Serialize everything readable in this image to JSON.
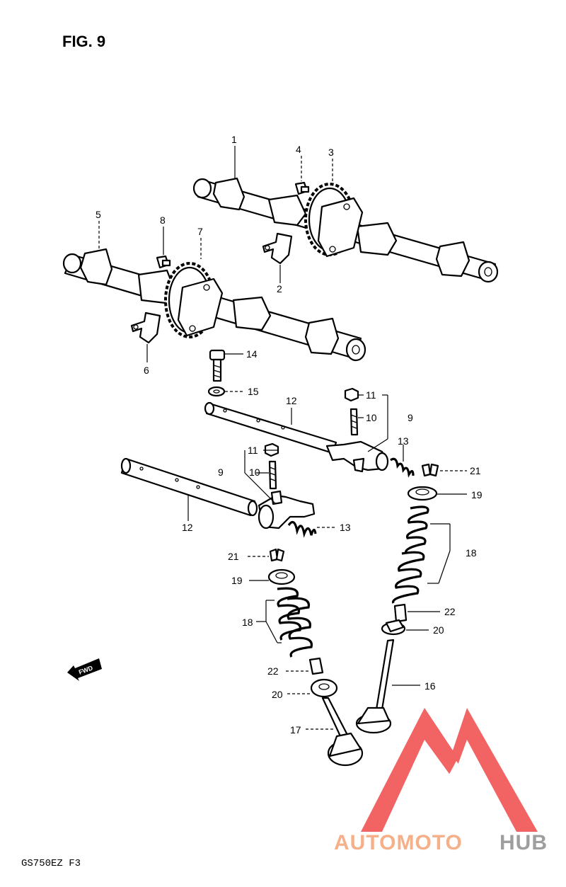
{
  "figure": {
    "title": "FIG. 9",
    "code": "GS750EZ  F3"
  },
  "fwd_badge": "FWD",
  "watermark": {
    "part1": "AUTOMOTO",
    "part2": "HUB",
    "color1": "#f5b08a",
    "color2": "#9e9e9e",
    "logo_color": "#f04a4a"
  },
  "callouts": [
    {
      "id": "c1",
      "text": "1"
    },
    {
      "id": "c2",
      "text": "2"
    },
    {
      "id": "c3",
      "text": "3"
    },
    {
      "id": "c4",
      "text": "4"
    },
    {
      "id": "c5",
      "text": "5"
    },
    {
      "id": "c6",
      "text": "6"
    },
    {
      "id": "c7",
      "text": "7"
    },
    {
      "id": "c8",
      "text": "8"
    },
    {
      "id": "c14",
      "text": "14"
    },
    {
      "id": "c15",
      "text": "15"
    },
    {
      "id": "c12a",
      "text": "12"
    },
    {
      "id": "c11a",
      "text": "11"
    },
    {
      "id": "c10a",
      "text": "10"
    },
    {
      "id": "c9a",
      "text": "9"
    },
    {
      "id": "c13a",
      "text": "13"
    },
    {
      "id": "c21a",
      "text": "21"
    },
    {
      "id": "c19a",
      "text": "19"
    },
    {
      "id": "c11b",
      "text": "11"
    },
    {
      "id": "c9b",
      "text": "9"
    },
    {
      "id": "c10b",
      "text": "10"
    },
    {
      "id": "c12b",
      "text": "12"
    },
    {
      "id": "c13b",
      "text": "13"
    },
    {
      "id": "c18a",
      "text": "18"
    },
    {
      "id": "c22a",
      "text": "22"
    },
    {
      "id": "c20a",
      "text": "20"
    },
    {
      "id": "c21b",
      "text": "21"
    },
    {
      "id": "c19b",
      "text": "19"
    },
    {
      "id": "c18b",
      "text": "18"
    },
    {
      "id": "c22b",
      "text": "22"
    },
    {
      "id": "c20b",
      "text": "20"
    },
    {
      "id": "c16",
      "text": "16"
    },
    {
      "id": "c17",
      "text": "17"
    }
  ]
}
